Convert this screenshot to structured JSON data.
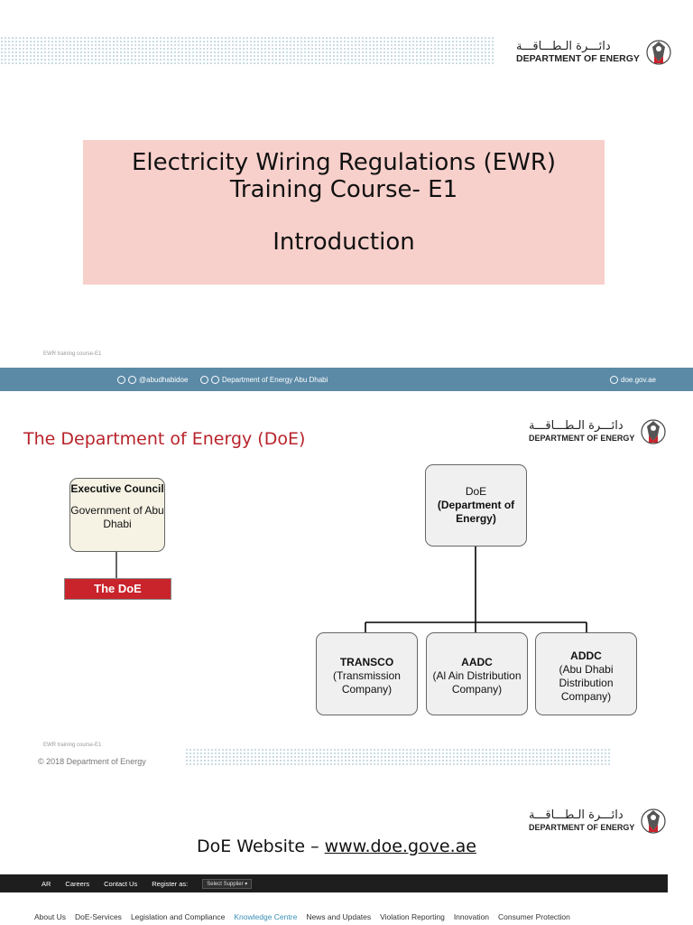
{
  "brand": {
    "arabic_name": "دائـــرة الـطـــاقـــة",
    "english_name": "DEPARTMENT OF ENERGY",
    "emblem_icon": "falcon-emblem-icon",
    "accent_red": "#c9232b",
    "bar_blue": "#5b8aa7"
  },
  "slide1": {
    "title_line1": "Electricity Wiring Regulations (EWR)",
    "title_line2": "Training Course- E1",
    "title_line3": "Introduction",
    "footer_label": "EWR training course-E1",
    "social": {
      "handle": "@abudhabidoe",
      "page_name": "Department of Energy Abu Dhabi",
      "website": "doe.gov.ae"
    }
  },
  "slide2": {
    "heading": "The Department of Energy (DoE)",
    "exec_council": {
      "title": "Executive Council",
      "subtitle": "Government of Abu Dhabi"
    },
    "the_doe_label": "The DoE",
    "doe_box": {
      "line1": "DoE",
      "line2": "(Department of Energy)"
    },
    "children": [
      {
        "name": "TRANSCO",
        "desc": "(Transmission Company)"
      },
      {
        "name": "AADC",
        "desc": "(Al Ain Distribution Company)"
      },
      {
        "name": "ADDC",
        "desc": "(Abu Dhabi Distribution Company)"
      }
    ],
    "footer_label": "EWR training course-E1",
    "copyright": "© 2018 Department of Energy"
  },
  "slide3": {
    "website_prefix": "DoE Website – ",
    "website_link": "www.doe.gove.ae",
    "top_nav": {
      "ar": "AR",
      "careers": "Careers",
      "contact": "Contact Us",
      "register_as": "Register as:",
      "select_value": "Select Supplier"
    },
    "main_nav": [
      "About Us",
      "DoE-Services",
      "Legislation and Compliance",
      "Knowledge Centre",
      "News and Updates",
      "Violation Reporting",
      "Innovation",
      "Consumer Protection"
    ]
  }
}
